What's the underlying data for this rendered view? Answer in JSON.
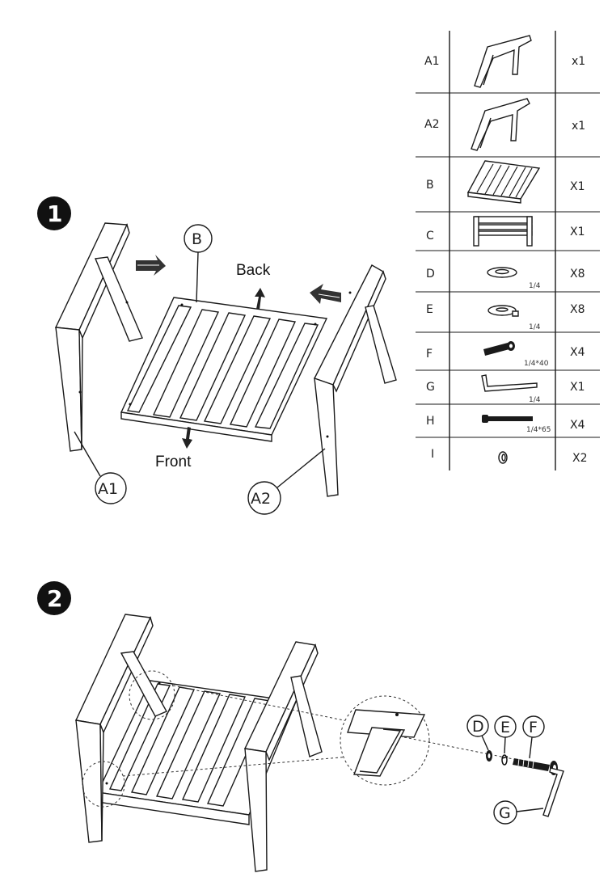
{
  "steps": [
    {
      "number": "1"
    },
    {
      "number": "2"
    }
  ],
  "parts": [
    {
      "id": "A1",
      "qty": "x1",
      "icon": "frame-leg-icon",
      "spec": ""
    },
    {
      "id": "A2",
      "qty": "x1",
      "icon": "frame-leg-icon",
      "spec": ""
    },
    {
      "id": "B",
      "qty": "X1",
      "icon": "slatted-seat-icon",
      "spec": ""
    },
    {
      "id": "C",
      "qty": "X1",
      "icon": "backrest-icon",
      "spec": ""
    },
    {
      "id": "D",
      "qty": "X8",
      "icon": "flat-washer-icon",
      "spec": "1/4"
    },
    {
      "id": "E",
      "qty": "X8",
      "icon": "spring-washer-icon",
      "spec": "1/4"
    },
    {
      "id": "F",
      "qty": "X4",
      "icon": "bolt-icon",
      "spec": "1/4*40"
    },
    {
      "id": "G",
      "qty": "X1",
      "icon": "allen-key-icon",
      "spec": "1/4"
    },
    {
      "id": "H",
      "qty": "X4",
      "icon": "long-bolt-icon",
      "spec": "1/4*65"
    },
    {
      "id": "I",
      "qty": "X2",
      "icon": "cap-icon",
      "spec": ""
    }
  ],
  "step1": {
    "callout_b": "B",
    "callout_a1": "A1",
    "callout_a2": "A2",
    "back_label": "Back",
    "front_label": "Front"
  },
  "step2": {
    "callout_d": "D",
    "callout_e": "E",
    "callout_f": "F",
    "callout_g": "G"
  }
}
